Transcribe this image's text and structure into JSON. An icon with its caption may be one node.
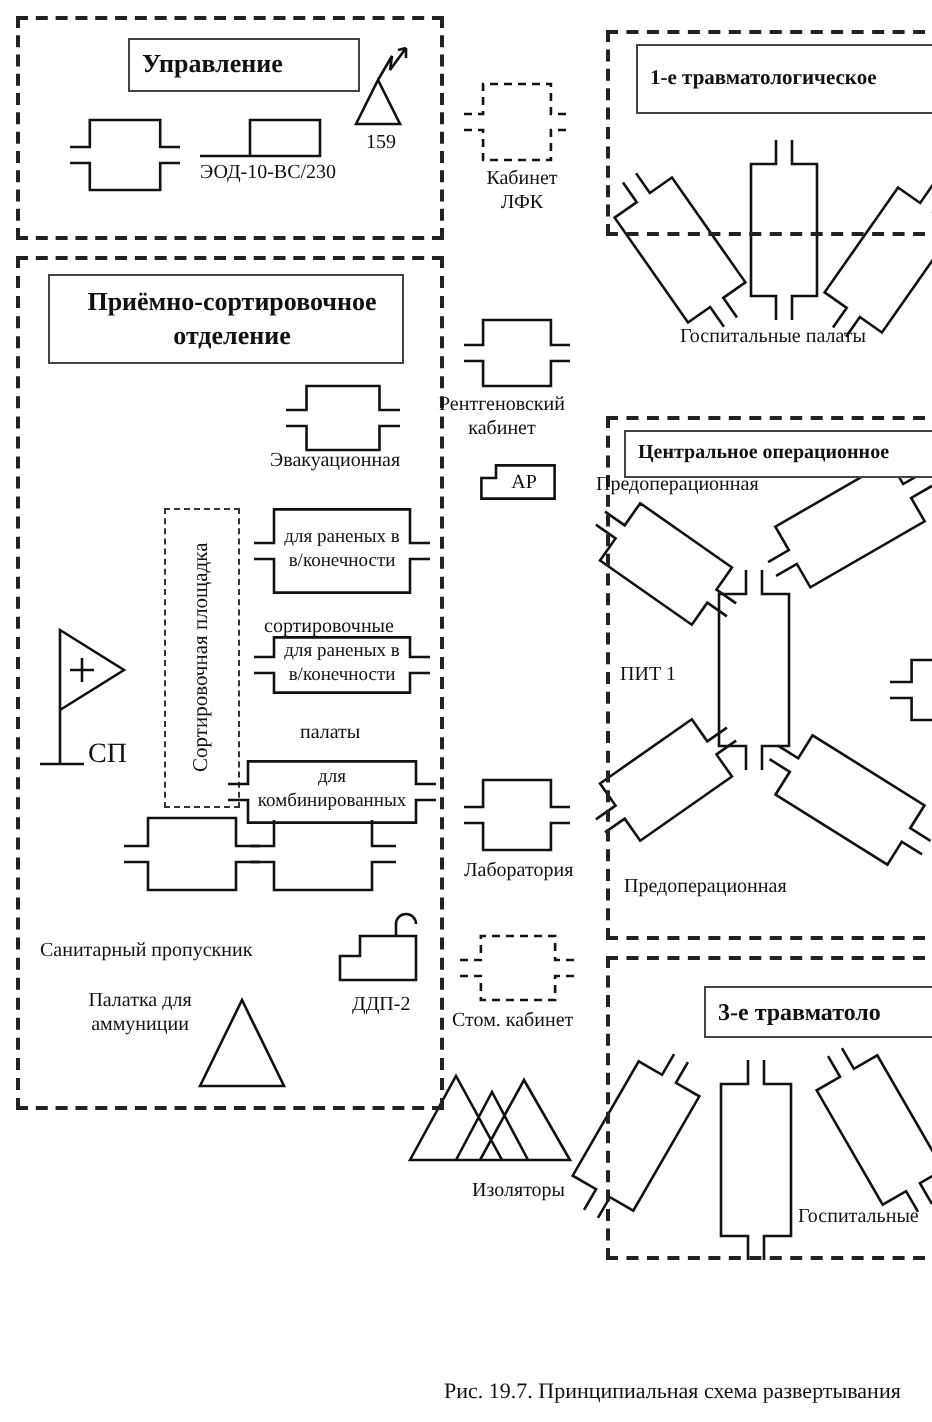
{
  "diagram": {
    "caption": "Рис. 19.7. Принципиальная схема развертывания",
    "nodes": [
      {
        "text": [
          "Управление"
        ]
      },
      {
        "text": [
          "Приёмно-сортировочное отделение"
        ]
      },
      {
        "text": [
          "Сортировочная площадка"
        ],
        "in": 1
      },
      {
        "text": [
          "для раненых в в/конечности"
        ],
        "in": 1
      },
      {
        "text": [
          "для раненых в в/конечности"
        ],
        "in": 1
      },
      {
        "text": [
          "для комбинированных"
        ],
        "in": 1
      },
      {
        "text": [
          "АР"
        ]
      },
      {
        "text": [
          "1-е травматологическое"
        ]
      },
      {
        "text": [
          "Центральное операционное"
        ]
      },
      {
        "text": [
          "3-е травматоло"
        ]
      }
    ],
    "labels": [
      "ЭОД-10-ВС/230",
      "159",
      "Кабинет ЛФК",
      "Эвакуационная",
      "Рентгеновский кабинет",
      "сортировочные",
      "палаты",
      "СП",
      "Лаборатория",
      "Санитарный пропускник",
      "ДДП-2",
      "Палатка для аммуниции",
      "Стом. кабинет",
      "Изоляторы",
      "Госпитальные палаты",
      "Предоперационная",
      "ПИТ 1",
      "Предоперационная",
      "Госпитальные"
    ]
  }
}
